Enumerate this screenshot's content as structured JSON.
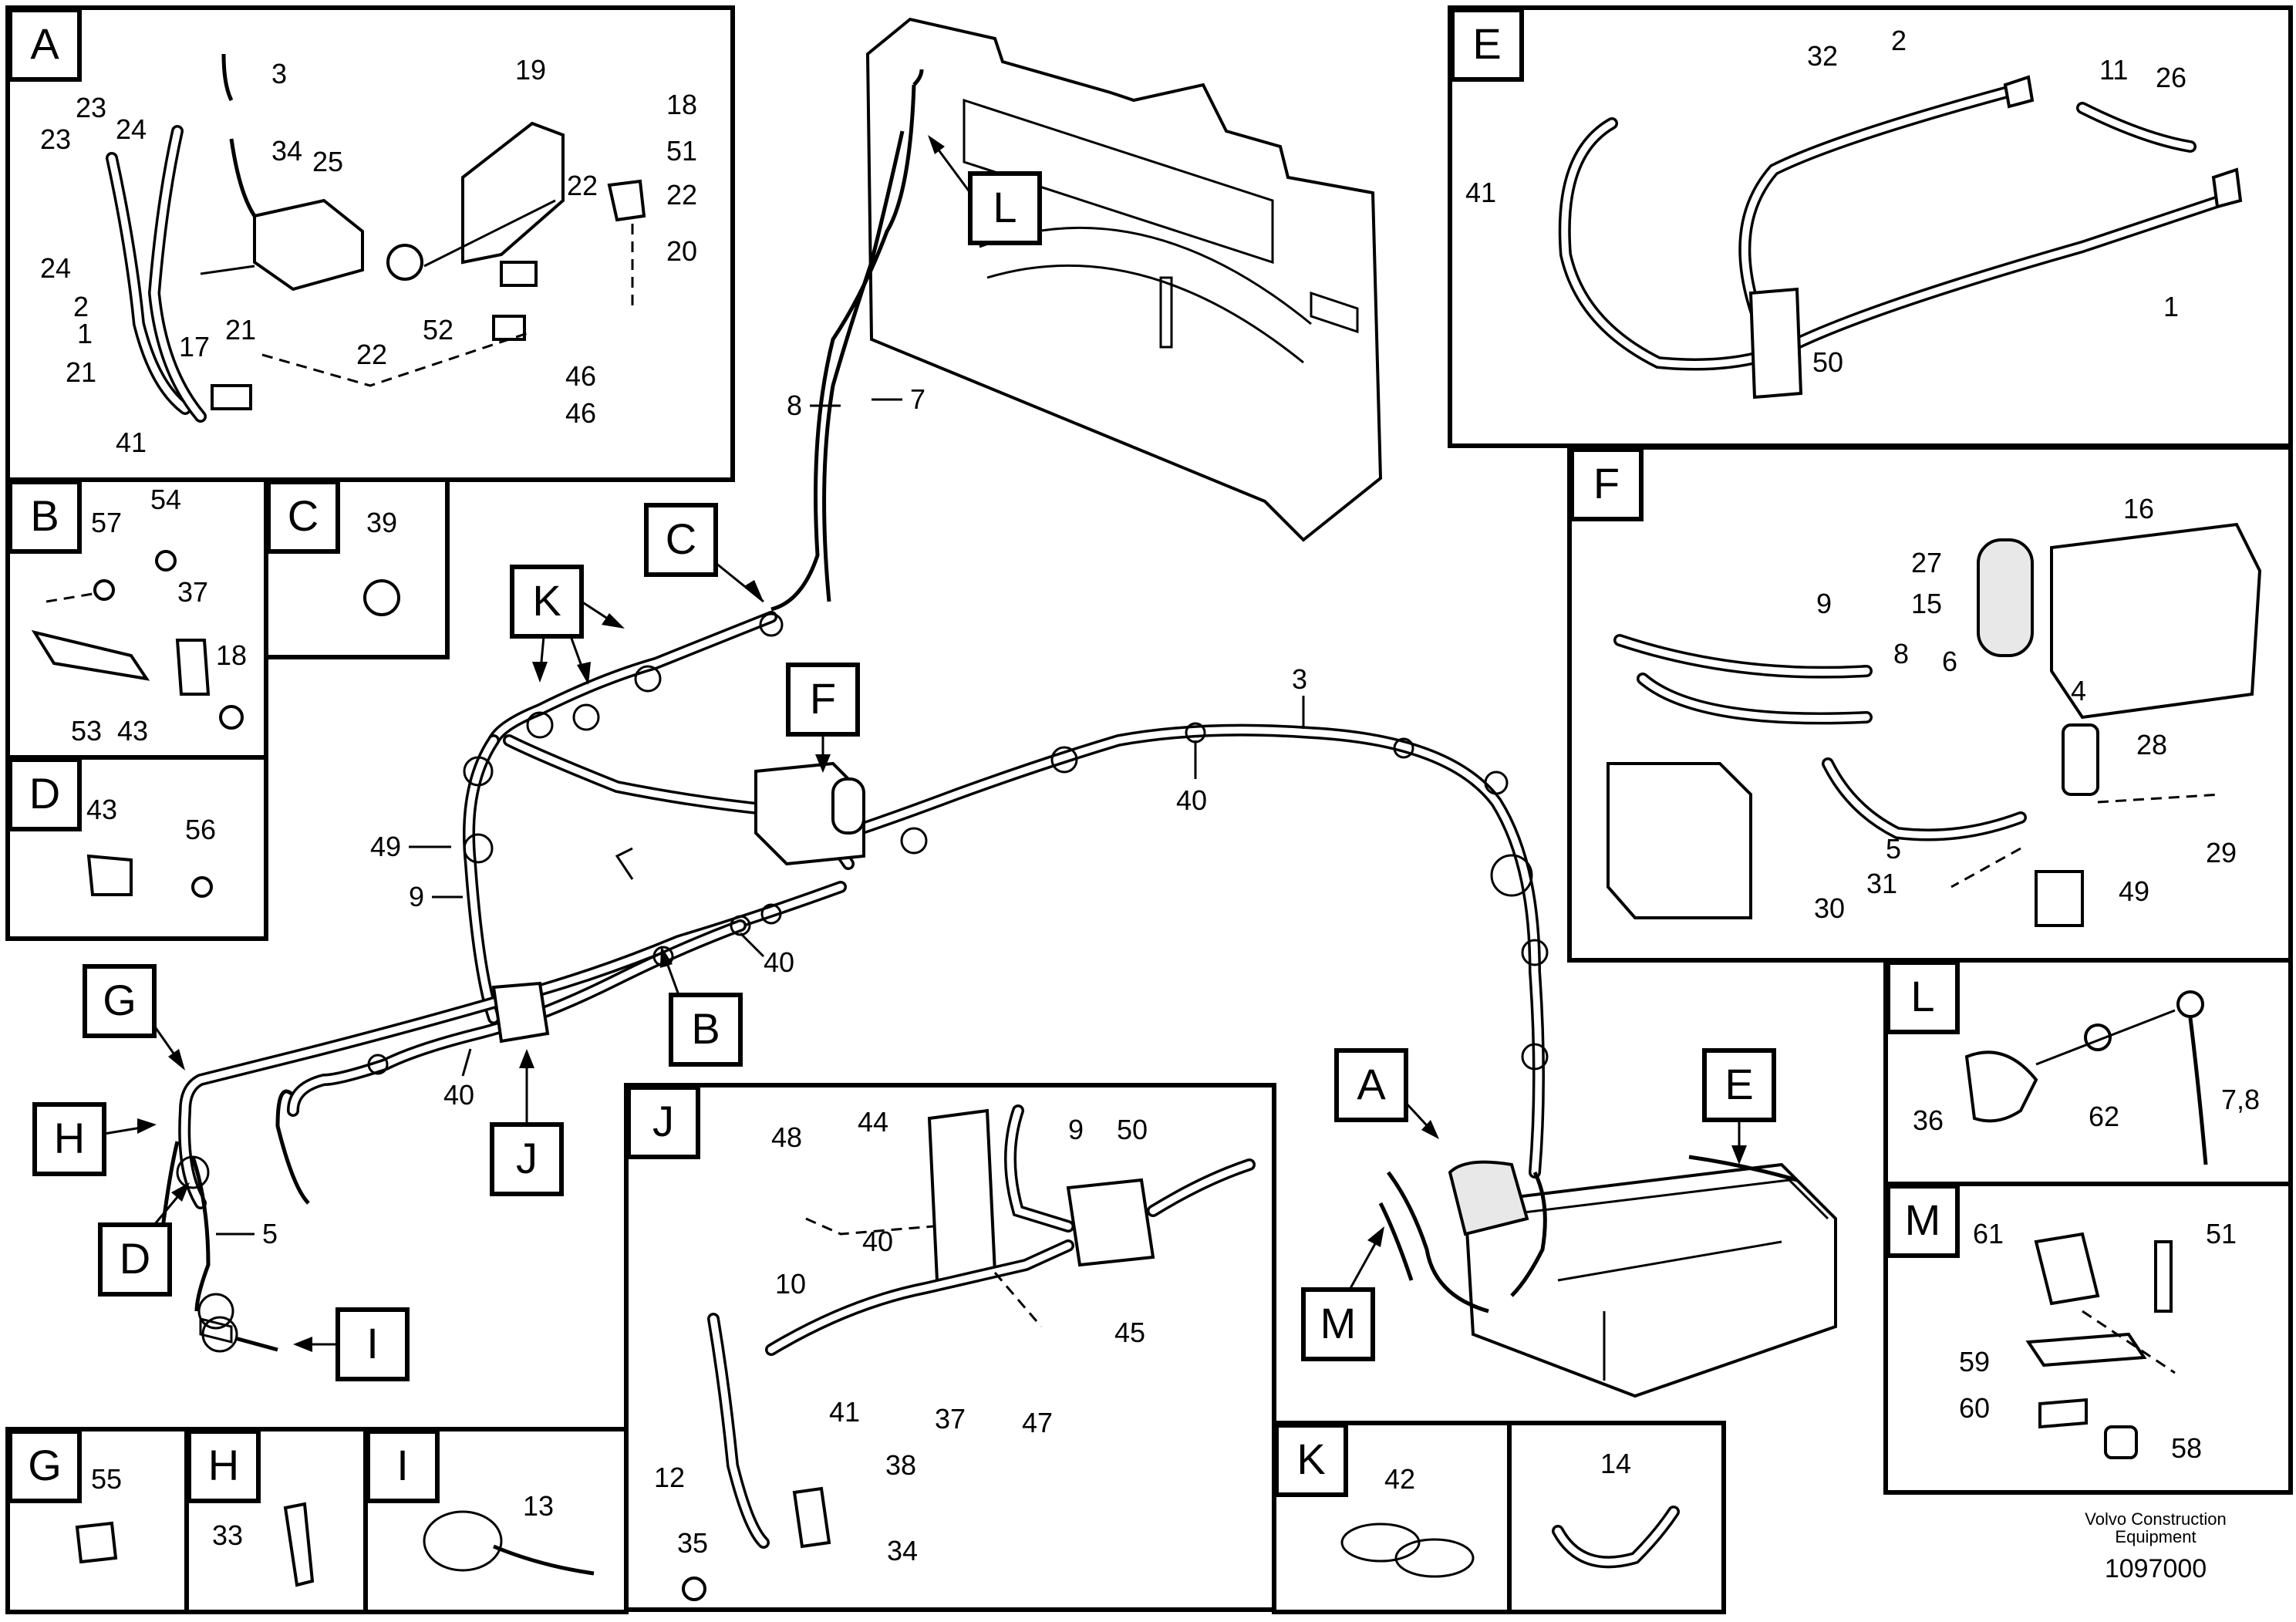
{
  "drawing": {
    "publisher_line1": "Volvo Construction",
    "publisher_line2": "Equipment",
    "drawing_number": "1097000"
  },
  "main_callouts": {
    "C": "C",
    "K": "K",
    "F": "F",
    "L": "L",
    "G": "G",
    "H": "H",
    "D": "D",
    "I": "I",
    "B": "B",
    "J": "J",
    "A": "A",
    "E": "E",
    "M": "M"
  },
  "main_numbers": {
    "n8": "8",
    "n7": "7",
    "n3": "3",
    "n40a": "40",
    "n40b": "40",
    "n40c": "40",
    "n49": "49",
    "n9": "9",
    "n5": "5"
  },
  "panels": {
    "A": {
      "letter": "A",
      "numbers": [
        "23",
        "24",
        "3",
        "19",
        "18",
        "23",
        "34",
        "25",
        "51",
        "24",
        "22",
        "22",
        "20",
        "2",
        "17",
        "21",
        "22",
        "52",
        "46",
        "1",
        "21",
        "46",
        "41"
      ]
    },
    "B": {
      "letter": "B",
      "numbers": [
        "57",
        "54",
        "37",
        "18",
        "53",
        "43"
      ]
    },
    "C": {
      "letter": "C",
      "numbers": [
        "39"
      ]
    },
    "D": {
      "letter": "D",
      "numbers": [
        "43",
        "56"
      ]
    },
    "E": {
      "letter": "E",
      "numbers": [
        "32",
        "2",
        "11",
        "26",
        "41",
        "1",
        "50"
      ]
    },
    "F": {
      "letter": "F",
      "numbers": [
        "16",
        "27",
        "9",
        "15",
        "8",
        "6",
        "4",
        "28",
        "29",
        "5",
        "31",
        "30",
        "49"
      ]
    },
    "G": {
      "letter": "G",
      "numbers": [
        "55"
      ]
    },
    "H": {
      "letter": "H",
      "numbers": [
        "33"
      ]
    },
    "I": {
      "letter": "I",
      "numbers": [
        "13"
      ]
    },
    "J": {
      "letter": "J",
      "numbers": [
        "48",
        "44",
        "9",
        "50",
        "40",
        "10",
        "45",
        "37",
        "47",
        "41",
        "12",
        "38",
        "35",
        "34"
      ]
    },
    "K": {
      "letter": "K",
      "numbers": [
        "42"
      ]
    },
    "K2": {
      "numbers": [
        "14"
      ]
    },
    "L": {
      "letter": "L",
      "numbers": [
        "36",
        "62",
        "7,8"
      ]
    },
    "M": {
      "letter": "M",
      "numbers": [
        "61",
        "51",
        "59",
        "60",
        "58"
      ]
    }
  }
}
